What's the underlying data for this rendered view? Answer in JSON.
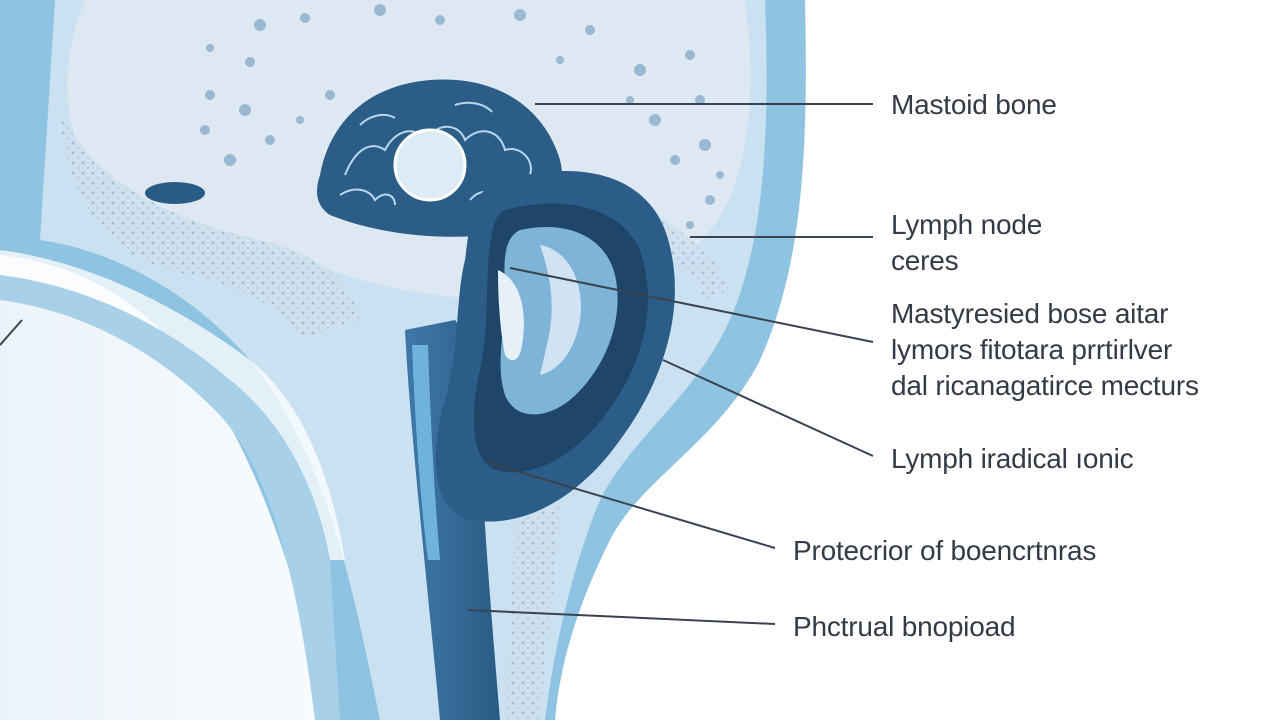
{
  "colors": {
    "background": "#ffffff",
    "pale_blue": "#e4eef6",
    "light_blue": "#8fc3e2",
    "mid_blue": "#5b9ac8",
    "deep_blue": "#2a5b84",
    "navy": "#1f4668",
    "leader_line": "#3a4350",
    "label_text": "#333b45"
  },
  "labels": [
    {
      "lines": [
        "Mastoid bone"
      ]
    },
    {
      "lines": [
        "Lymph node",
        "ceres"
      ]
    },
    {
      "lines": [
        "Mastyresied bose aitar",
        "lymors fitotara prrtirlver",
        "dal ricanagatirce mecturs"
      ]
    },
    {
      "lines": [
        "Lymph iradical ıonic"
      ]
    },
    {
      "lines": [
        "Protecrior of boencrtnras"
      ]
    },
    {
      "lines": [
        "Phctrual bnopioad"
      ]
    }
  ]
}
